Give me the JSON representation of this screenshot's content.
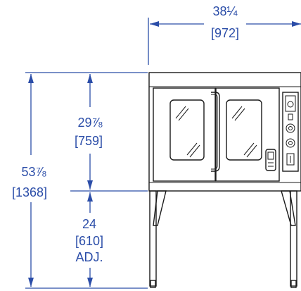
{
  "drawing": {
    "width_dim": {
      "fraction": "38¼",
      "metric": "[972]"
    },
    "total_height_dim": {
      "fraction": "53⅞",
      "metric": "[1368]"
    },
    "cabinet_height_dim": {
      "fraction": "29⅞",
      "metric": "[759]"
    },
    "leg_height_dim": {
      "value": "24",
      "metric": "[610]",
      "note": "ADJ."
    }
  }
}
